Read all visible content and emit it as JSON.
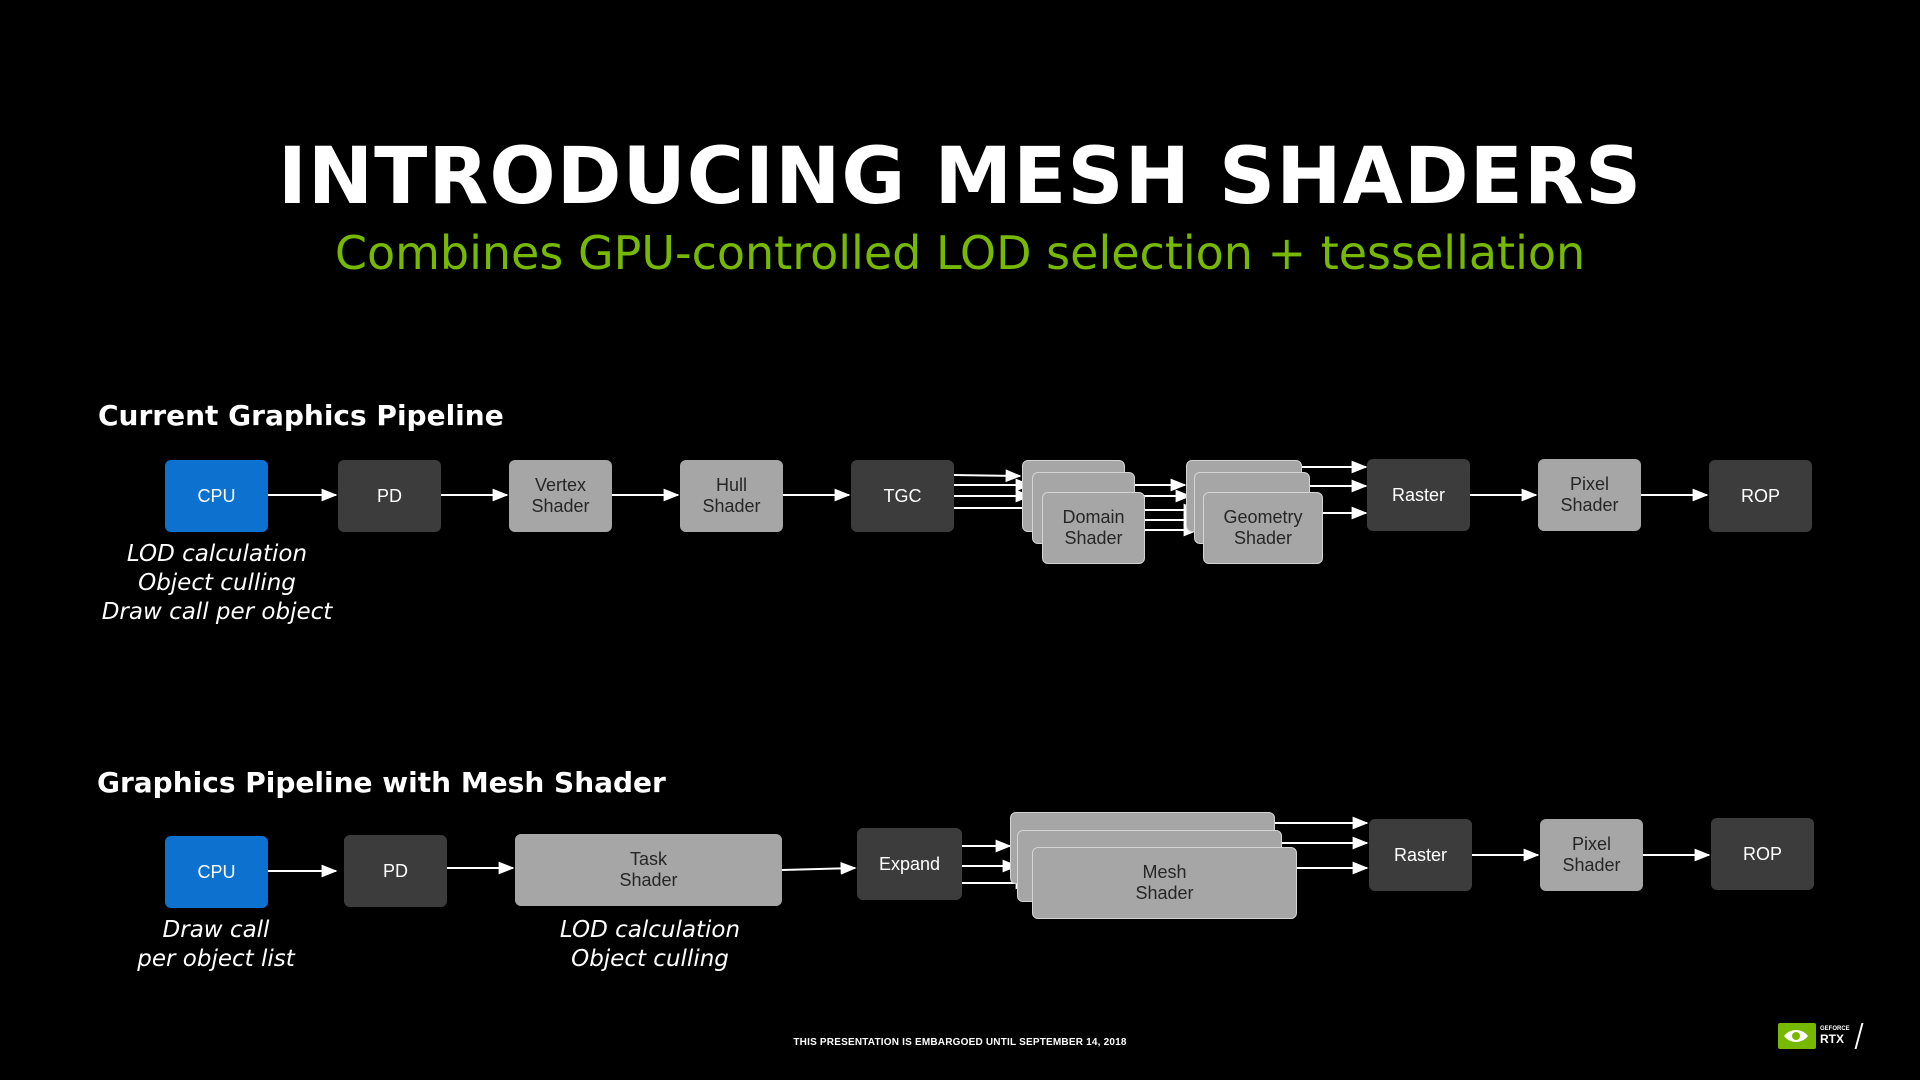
{
  "slide": {
    "title": "INTRODUCING MESH SHADERS",
    "subtitle": "Combines GPU-controlled LOD selection + tessellation",
    "footer": "THIS PRESENTATION IS EMBARGOED UNTIL SEPTEMBER 14, 2018",
    "colors": {
      "accent_green": "#76b900",
      "cpu_blue": "#0d72cf",
      "dark_box": "#3c3c3c",
      "light_box": "#a6a6a6"
    }
  },
  "current_pipeline": {
    "heading": "Current Graphics Pipeline",
    "stages": {
      "cpu": "CPU",
      "pd": "PD",
      "vertex": "Vertex\nShader",
      "hull": "Hull\nShader",
      "tgc": "TGC",
      "domain": "Domain\nShader",
      "geometry": "Geometry\nShader",
      "raster": "Raster",
      "pixel": "Pixel\nShader",
      "rop": "ROP"
    },
    "cpu_note": "LOD calculation\nObject culling\nDraw call per object"
  },
  "mesh_pipeline": {
    "heading": "Graphics Pipeline with Mesh Shader",
    "stages": {
      "cpu": "CPU",
      "pd": "PD",
      "task": "Task\nShader",
      "expand": "Expand",
      "mesh": "Mesh\nShader",
      "raster": "Raster",
      "pixel": "Pixel\nShader",
      "rop": "ROP"
    },
    "cpu_note": "Draw call\nper object list",
    "task_note": "LOD calculation\nObject culling"
  },
  "logo": {
    "brand": "nvidia-logo",
    "small": "GEFORCE",
    "big": "RTX"
  }
}
